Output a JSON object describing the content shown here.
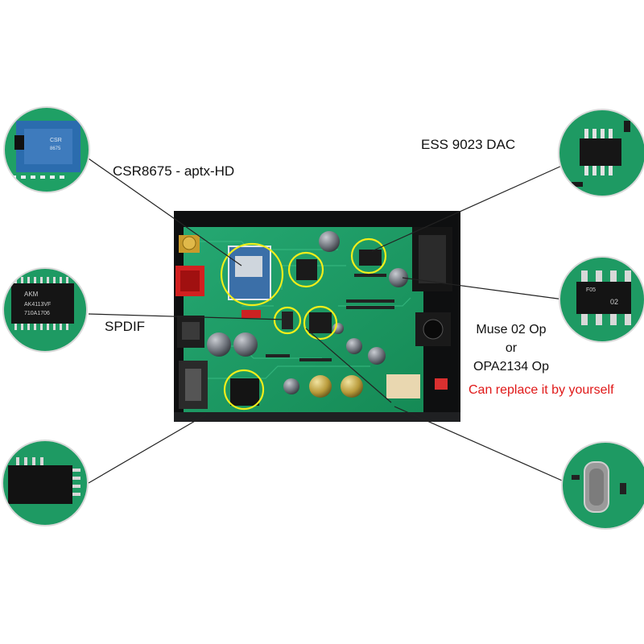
{
  "labels": {
    "csr": "CSR8675 - aptx-HD",
    "ess": "ESS 9023 DAC",
    "spdif": "SPDIF",
    "muse": "Muse 02 Op",
    "or": "or",
    "opa": "OPA2134 Op",
    "replace": "Can replace it by yourself"
  },
  "closeups": {
    "csr_chip": [
      "CSR",
      "8675"
    ],
    "akm_chip": [
      "AKM",
      "AK4113VF",
      "710A1706"
    ],
    "op_chip": [
      "F05",
      "02"
    ]
  },
  "colors": {
    "pcb_green": "#1e9a63",
    "highlight_ring": "#f2ee1a",
    "callout_line": "#222222",
    "accent_text": "#e01818"
  }
}
